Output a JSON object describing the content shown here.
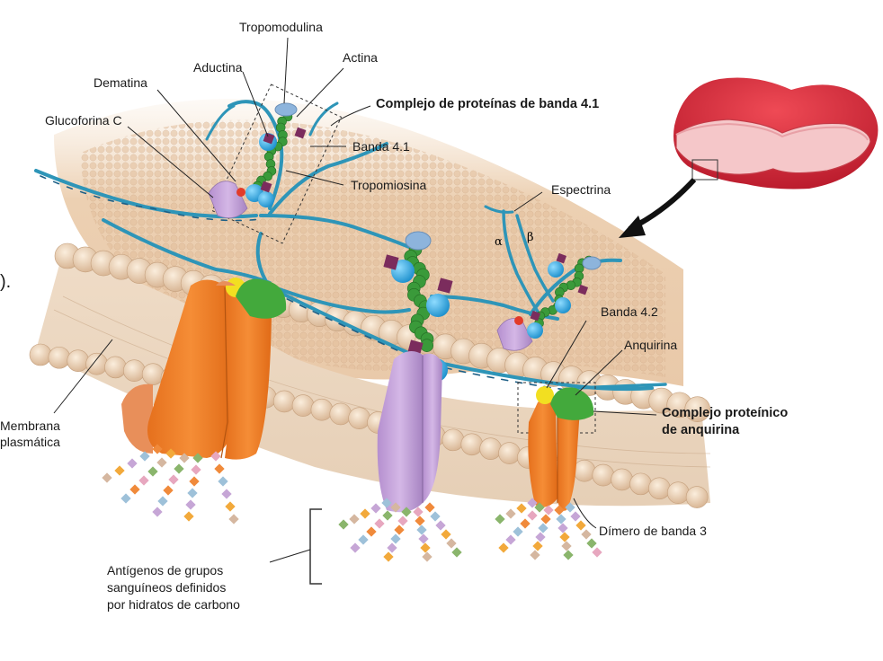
{
  "labels": {
    "tropomodulina": "Tropomodulina",
    "actina": "Actina",
    "aductina": "Aductina",
    "dematina": "Dematina",
    "complejo_41": "Complejo de proteínas de banda 4.1",
    "glucoforina_c": "Glucoforina C",
    "banda_41": "Banda 4.1",
    "tropomiosina": "Tropomiosina",
    "espectrina": "Espectrina",
    "alpha": "α",
    "beta": "β",
    "paren": ").",
    "banda_42": "Banda 4.2",
    "anquirina": "Anquirina",
    "membrana_line1": "Membrana",
    "membrana_line2": "plasmática",
    "complejo_anquirina_line1": "Complejo proteínico",
    "complejo_anquirina_line2": "de anquirina",
    "dimero_banda3": "Dímero de banda 3",
    "antigenos": "Antígenos de grupos\nsanguíneos definidos\npor hidratos de carbono"
  },
  "colors": {
    "membrane_head": "#f0d6bd",
    "membrane_shadow": "#d7b393",
    "spectrin": "#2e95b8",
    "spectrin_dark": "#1d5f86",
    "actin": "#3a9a3a",
    "band41": "#2ea7dd",
    "adducin": "#7b2c5d",
    "tropomodulin": "#8db4dc",
    "glycophorin": "#c7a6dd",
    "band3": "#f0812a",
    "band42": "#f2df21",
    "ankyrin": "#43a93c",
    "dematin": "#e23b2a",
    "rbc": "#d62b3a",
    "rbc_inner": "#f5c7c9"
  }
}
